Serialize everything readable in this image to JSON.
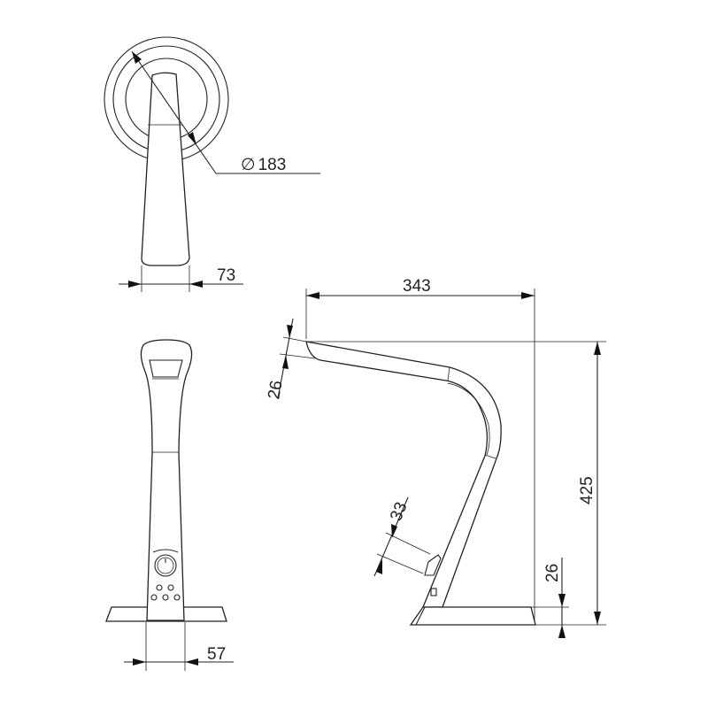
{
  "views": {
    "top": {
      "diameter_label": "183",
      "diameter_symbol": "∅",
      "width_label": "73"
    },
    "front": {
      "base_width_label": "57"
    },
    "side": {
      "length_label": "343",
      "head_thickness_label": "26",
      "switch_label": "33",
      "height_label": "425",
      "base_thickness_label": "26"
    }
  },
  "colors": {
    "line": "#222222",
    "background": "#ffffff"
  }
}
